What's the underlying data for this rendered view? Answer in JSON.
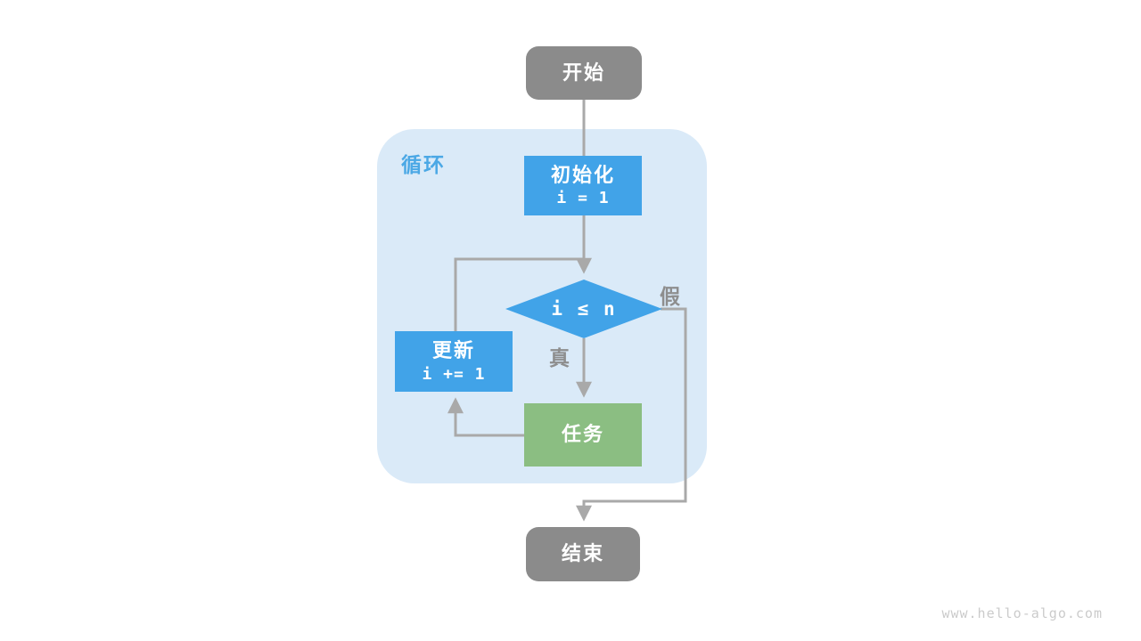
{
  "watermark": "www.hello-algo.com",
  "colors": {
    "node_blue": "#41A3E8",
    "node_green": "#8BBE82",
    "node_gray": "#8B8B8B",
    "loop_background": "#DAEAF8",
    "loop_label_blue": "#4BA8E5",
    "connector_gray": "#A9A9A9",
    "branch_label_gray": "#8E8E8E",
    "watermark_gray": "#CBCBCB"
  },
  "flowchart": {
    "start": {
      "label": "开始"
    },
    "loop": {
      "label": "循环"
    },
    "init": {
      "title": "初始化",
      "code": "i = 1"
    },
    "condition": {
      "label": "i ≤ n"
    },
    "branch_true": {
      "label": "真"
    },
    "branch_false": {
      "label": "假"
    },
    "update": {
      "title": "更新",
      "code": "i += 1"
    },
    "task": {
      "label": "任务"
    },
    "end": {
      "label": "结束"
    }
  }
}
